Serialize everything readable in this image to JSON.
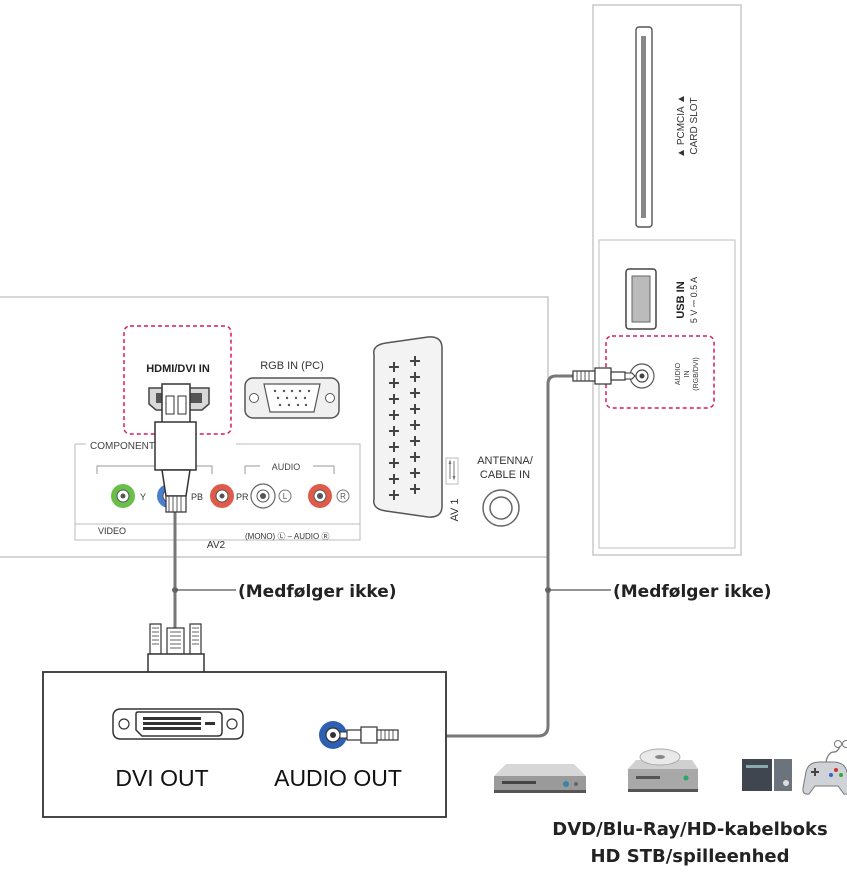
{
  "tv_panel": {
    "hdmi_label": "HDMI/DVI IN",
    "rgb_label": "RGB IN (PC)",
    "component_label": "COMPONENT IN",
    "y_label": "Y",
    "pb_label": "PB",
    "pr_label": "PR",
    "audio_label": "AUDIO",
    "l_label": "L",
    "r_label": "R",
    "video_label": "VIDEO",
    "av2_label": "AV2",
    "mono_audio_label": "(MONO) Ⓛ – AUDIO Ⓡ",
    "av1_label": "AV 1",
    "antenna_label_1": "ANTENNA/",
    "antenna_label_2": "CABLE IN"
  },
  "side_panel": {
    "pcmcia_label_1": "▲ PCMCIA ▲",
    "pcmcia_label_2": "CARD SLOT",
    "usb_label": "USB IN",
    "usb_spec": "5 V ⎓ 0.5 A",
    "audio_in_1": "AUDIO",
    "audio_in_2": "IN",
    "audio_in_3": "(RGB/DVI)"
  },
  "cable_note_left": "(Medfølger ikke)",
  "cable_note_right": "(Medfølger ikke)",
  "device": {
    "dvi_out_label": "DVI OUT",
    "audio_out_label": "AUDIO OUT"
  },
  "devices_caption_1": "DVD/Blu-Ray/HD-kabelboks",
  "devices_caption_2": "HD STB/spilleenhed",
  "colors": {
    "highlight": "#d81b60",
    "green_jack": "#6abf4b",
    "blue_jack": "#4a7fd0",
    "red_jack": "#e05a4a",
    "cable": "#777777"
  }
}
